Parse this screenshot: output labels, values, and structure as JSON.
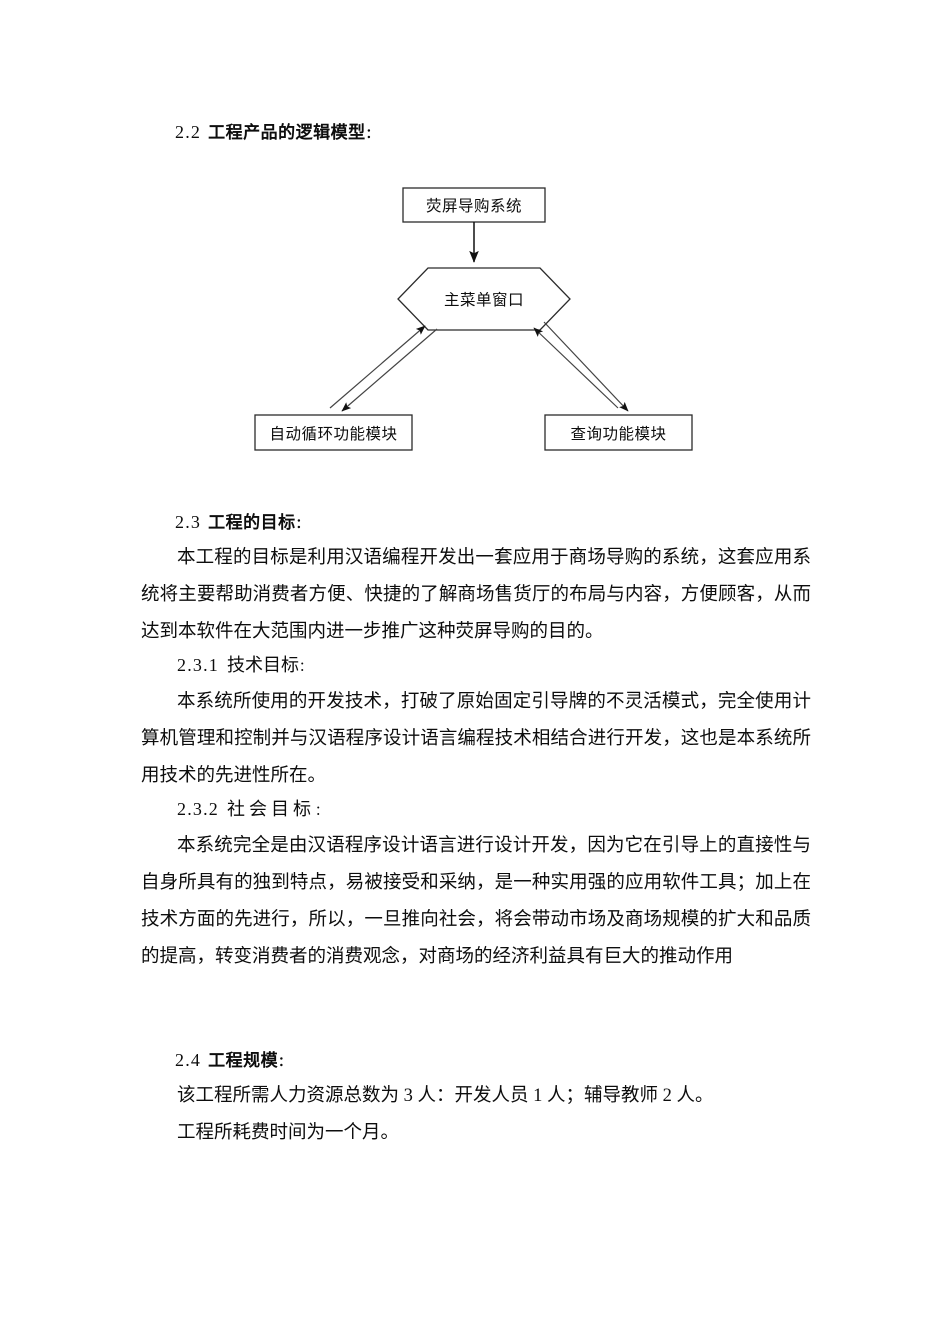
{
  "document": {
    "sections": [
      {
        "id": "2.2",
        "number": "2.2",
        "title": "工程产品的逻辑模型",
        "colon": "："
      },
      {
        "id": "2.3",
        "number": "2.3",
        "title": "工程的目标",
        "colon": "："
      },
      {
        "id": "2.3.1",
        "number": "2.3.1",
        "title": "技术目标",
        "colon": "："
      },
      {
        "id": "2.3.2",
        "number": "2.3.2",
        "title": "社会目标",
        "colon": "："
      },
      {
        "id": "2.4",
        "number": "2.4",
        "title": "工程规模",
        "colon": "："
      }
    ],
    "paragraphs": {
      "goals_intro": "本工程的目标是利用汉语编程开发出一套应用于商场导购的系统，这套应用系统将主要帮助消费者方便、快捷的了解商场售货厅的布局与内容，方便顾客，从而达到本软件在大范围内进一步推广这种荧屏导购的目的。",
      "technical_goal": "本系统所使用的开发技术，打破了原始固定引导牌的不灵活模式，完全使用计算机管理和控制并与汉语程序设计语言编程技术相结合进行开发，这也是本系统所用技术的先进性所在。",
      "social_goal": "本系统完全是由汉语程序设计语言进行设计开发，因为它在引导上的直接性与自身所具有的独到特点，易被接受和采纳，是一种实用强的应用软件工具；加上在技术方面的先进行，所以，一旦推向社会，将会带动市场及商场规模的扩大和品质的提高，转变消费者的消费观念，对商场的经济利益具有巨大的推动作用",
      "scale_line1": "该工程所需人力资源总数为 3 人：开发人员 1 人；辅导教师 2 人。",
      "scale_line2": "工程所耗费时间为一个月。"
    }
  },
  "diagram": {
    "title": "工程产品的逻辑模型",
    "type": "flow-diagram",
    "nodes": [
      {
        "id": "system",
        "label": "荧屏导购系统",
        "shape": "rectangle"
      },
      {
        "id": "main-menu",
        "label": "主菜单窗口",
        "shape": "hexagon"
      },
      {
        "id": "auto-loop",
        "label": "自动循环功能模块",
        "shape": "rectangle"
      },
      {
        "id": "query",
        "label": "查询功能模块",
        "shape": "rectangle"
      }
    ],
    "edges": [
      {
        "from": "system",
        "to": "main-menu",
        "direction": "one-way"
      },
      {
        "from": "main-menu",
        "to": "auto-loop",
        "direction": "two-way"
      },
      {
        "from": "main-menu",
        "to": "query",
        "direction": "two-way"
      }
    ],
    "colors": {
      "stroke": "#2b2b2b",
      "fill": "#ffffff",
      "text": "#0d0d0d"
    }
  }
}
